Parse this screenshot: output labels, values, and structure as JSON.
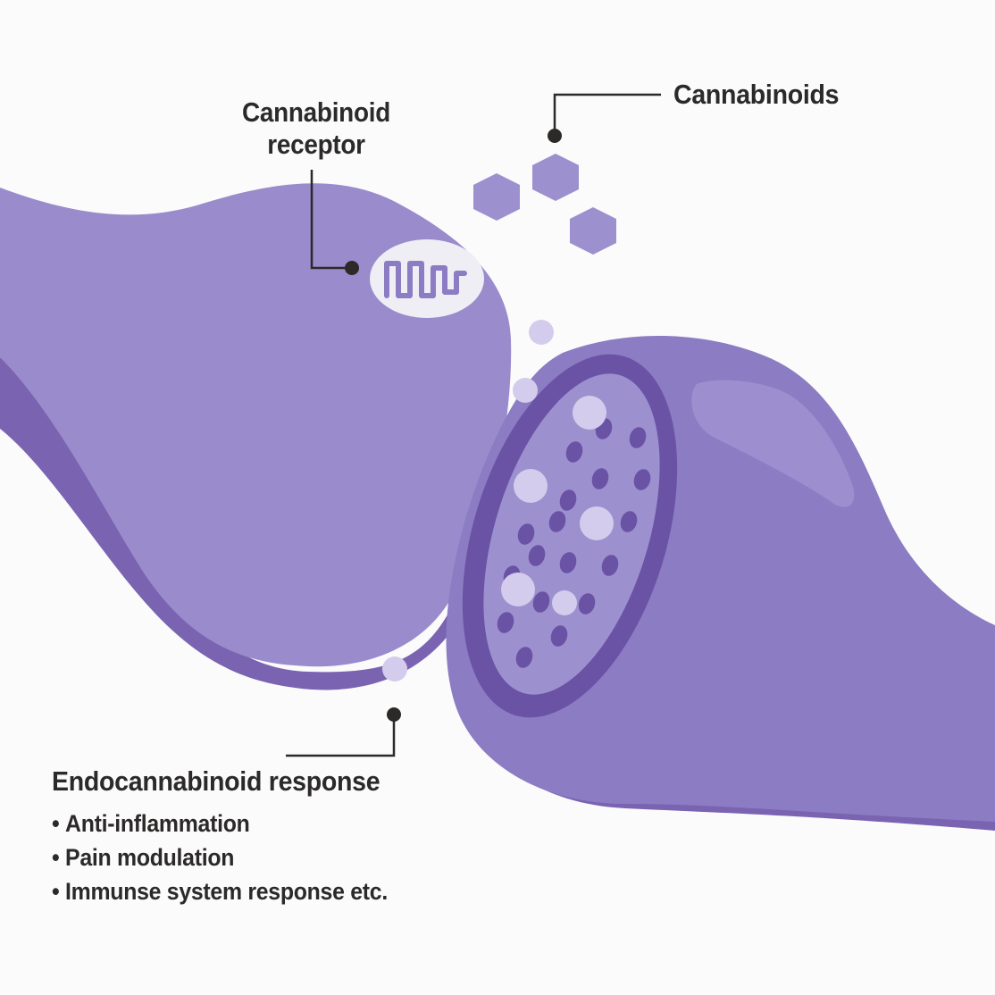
{
  "labels": {
    "receptor_line1": "Cannabinoid",
    "receptor_line2": "receptor",
    "cannabinoids": "Cannabinoids",
    "response_title": "Endocannabinoid response"
  },
  "effects": [
    "Anti-inflammation",
    "Pain modulation",
    "Immunse system response etc."
  ],
  "colors": {
    "background": "#fbfbfb",
    "neuron_light": "#9a8bcc",
    "neuron_mid": "#8c7cc3",
    "neuron_dark": "#7a64b2",
    "cleft_deep": "#6a52a5",
    "molecule": "#9d90cf",
    "vesicle": "#d4ccec",
    "text": "#2c2929"
  }
}
